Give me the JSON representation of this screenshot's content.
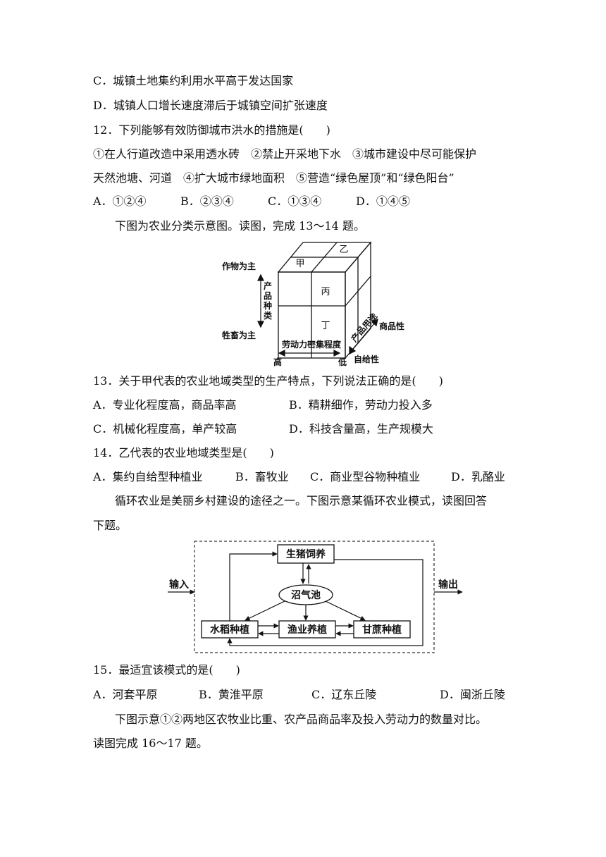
{
  "lines": {
    "l1": "C．城镇土地集约利用水平高于发达国家",
    "l2": "D．城镇人口增长速度滞后于城镇空间扩张速度",
    "q12": "12．下列能够有效防御城市洪水的措施是(　　)",
    "q12_s1": "①在人行道改造中采用透水砖　②禁止开采地下水　③城市建设中尽可能保护",
    "q12_s2": "天然池塘、河道　④扩大城市绿地面积　⑤营造“绿色屋顶”和“绿色阳台”",
    "q12_a": "A．①②④",
    "q12_b": "B．②③④",
    "q12_c": "C．①③④",
    "q12_d": "D．①④⑤",
    "intro13": "下图为农业分类示意图。读图，完成 13～14 题。",
    "q13": "13．关于甲代表的农业地域类型的生产特点，下列说法正确的是(　　)",
    "q13_a": "A．专业化程度高，商品率高",
    "q13_b": "B．精耕细作，劳动力投入多",
    "q13_c": "C．机械化程度高，单产较高",
    "q13_d": "D．科技含量高，生产规模大",
    "q14": "14．乙代表的农业地域类型是(　　)",
    "q14_a": "A．集约自给型种植业",
    "q14_b": "B．畜牧业",
    "q14_c": "C．商业型谷物种植业",
    "q14_d": "D．乳酪业",
    "intro15_1": "循环农业是美丽乡村建设的途径之一。下图示意某循环农业模式，读图回答",
    "intro15_2": "下题。",
    "q15": "15．最适宜该模式的是(　　)",
    "q15_a": "A．河套平原",
    "q15_b": "B．黄淮平原",
    "q15_c": "C．辽东丘陵",
    "q15_d": "D．闽浙丘陵",
    "intro16_1": "下图示意①②两地区农牧业比重、农产品商品率及投入劳动力的数量对比。",
    "intro16_2": "读图完成 16～17 题。"
  },
  "cube": {
    "crop_main": "作物为主",
    "livestock_main": "牲畜为主",
    "product_type": [
      "产",
      "品",
      "种",
      "类"
    ],
    "labor": "劳动力密集程度",
    "high": "高",
    "low": "低",
    "commercial": "商品性",
    "subsistence": "自给性",
    "use": [
      "产",
      "品",
      "用",
      "途"
    ],
    "jia": "甲",
    "yi": "乙",
    "bing": "丙",
    "ding": "丁"
  },
  "flow": {
    "input": "输入",
    "output": "输出",
    "pig": "生猪饲养",
    "biogas": "沼气池",
    "rice": "水稻种植",
    "fish": "渔业养植",
    "sugarcane": "甘蔗种植"
  }
}
